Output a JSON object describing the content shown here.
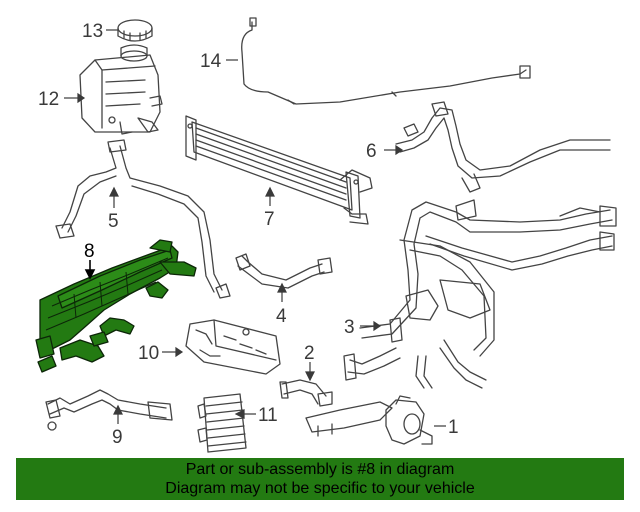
{
  "callouts": {
    "c1": "1",
    "c2": "2",
    "c3": "3",
    "c4": "4",
    "c5": "5",
    "c6": "6",
    "c7": "7",
    "c8": "8",
    "c9": "9",
    "c10": "10",
    "c11": "11",
    "c12": "12",
    "c13": "13",
    "c14": "14"
  },
  "highlight": {
    "part_number": "8",
    "color": "#237a12"
  },
  "banner": {
    "line1": "Part or sub-assembly is #8 in diagram",
    "line2": "Diagram may not be specific to your vehicle",
    "background": "#237a12"
  }
}
